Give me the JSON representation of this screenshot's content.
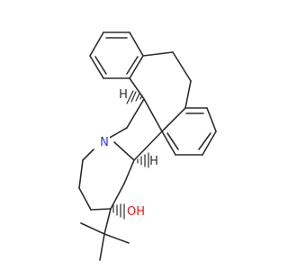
{
  "molecule": {
    "atom_labels": {
      "nitrogen": "N",
      "hydroxyl": "OH",
      "h_upper": "H",
      "h_lower": "H"
    }
  }
}
